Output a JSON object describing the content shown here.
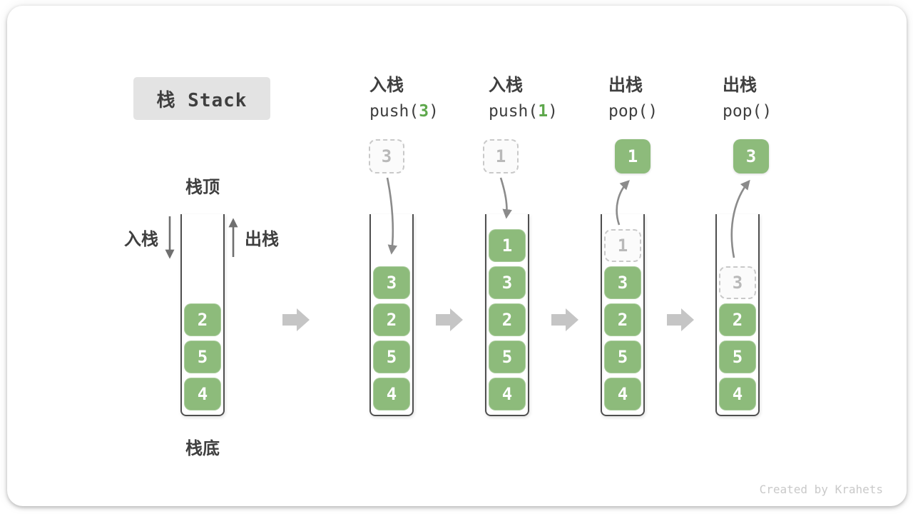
{
  "title": "栈 Stack",
  "legend": {
    "stack_top": "栈顶",
    "stack_bottom": "栈底",
    "push_label": "入栈",
    "pop_label": "出栈"
  },
  "operations": [
    {
      "name": "入栈",
      "code_before": "push(",
      "arg": "3",
      "code_after": ")"
    },
    {
      "name": "入栈",
      "code_before": "push(",
      "arg": "1",
      "code_after": ")"
    },
    {
      "name": "出栈",
      "code_before": "pop(",
      "arg": "",
      "code_after": ")"
    },
    {
      "name": "出栈",
      "code_before": "pop(",
      "arg": "",
      "code_after": ")"
    }
  ],
  "floating_values": [
    {
      "value": "3",
      "style": "dashed"
    },
    {
      "value": "1",
      "style": "dashed"
    },
    {
      "value": "1",
      "style": "solid"
    },
    {
      "value": "3",
      "style": "solid"
    }
  ],
  "stacks": [
    {
      "ghost": null,
      "values": [
        "2",
        "5",
        "4"
      ]
    },
    {
      "ghost": null,
      "values": [
        "3",
        "2",
        "5",
        "4"
      ]
    },
    {
      "ghost": null,
      "values": [
        "1",
        "3",
        "2",
        "5",
        "4"
      ]
    },
    {
      "ghost": "1",
      "values": [
        "3",
        "2",
        "5",
        "4"
      ]
    },
    {
      "ghost": "3",
      "values": [
        "2",
        "5",
        "4"
      ]
    }
  ],
  "watermark": "Created by Krahets",
  "colors": {
    "box_green": "#8dbb7b",
    "arg_green": "#5ea84c",
    "arrow_gray": "#8b8b8b",
    "dark_arrow_gray": "#6f6f6f",
    "block_arrow_gray": "#c5c5c5",
    "ghost_text_gray": "#b9b9b9",
    "text_dark": "#3f3f3f"
  }
}
